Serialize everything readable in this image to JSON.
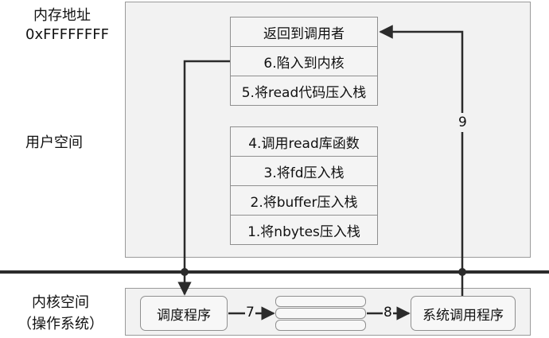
{
  "left_labels": {
    "memory_address_title": "内存地址",
    "memory_address_value": "0xFFFFFFFF",
    "user_space": "用户空间",
    "kernel_space": "内核空间",
    "kernel_space_sub": "（操作系统）"
  },
  "user_stack_top": [
    "返回到调用者",
    "6.陷入到内核",
    "5.将read代码压入栈"
  ],
  "user_stack_bottom": [
    "4.调用read库函数",
    "3.将fd压入栈",
    "2.将buffer压入栈",
    "1.将nbytes压入栈"
  ],
  "kernel": {
    "scheduler": "调度程序",
    "syscall_handler": "系统调用程序"
  },
  "step_labels": {
    "step7": "7",
    "step8": "8",
    "step9": "9"
  },
  "colors": {
    "line": "#2b2b2b",
    "panel_bg": "#f2f2f2",
    "box_border": "#8f8f8f"
  }
}
